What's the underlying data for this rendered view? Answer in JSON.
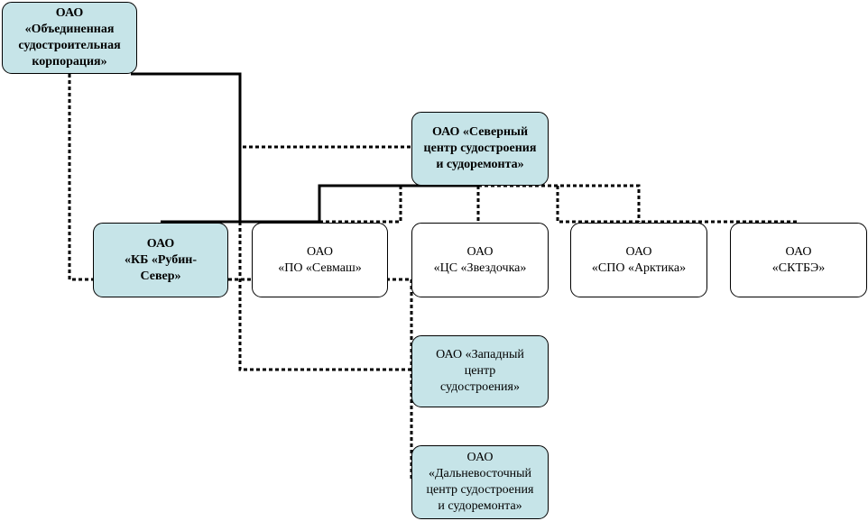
{
  "diagram": {
    "colors": {
      "filled": "#c6e4e8",
      "plain": "#ffffff",
      "line": "#000000"
    },
    "nodes": [
      {
        "id": "osk",
        "lines": [
          "ОАО",
          "«Объединенная",
          "судостроительная",
          "корпорация»"
        ],
        "bold": true,
        "filled": true
      },
      {
        "id": "sever_center",
        "lines": [
          "ОАО «Северный",
          "центр судостроения",
          "и судоремонта»"
        ],
        "bold": true,
        "filled": true
      },
      {
        "id": "rubin",
        "lines": [
          "ОАО",
          "«КБ «Рубин-",
          "Север»"
        ],
        "bold": true,
        "filled": true
      },
      {
        "id": "sevmash",
        "lines": [
          "ОАО",
          "«ПО «Севмаш»"
        ],
        "bold": false,
        "filled": false
      },
      {
        "id": "zvezdochka",
        "lines": [
          "ОАО",
          "«ЦС «Звездочка»"
        ],
        "bold": false,
        "filled": false
      },
      {
        "id": "arktika",
        "lines": [
          "ОАО",
          "«СПО «Арктика»"
        ],
        "bold": false,
        "filled": false
      },
      {
        "id": "sktbe",
        "lines": [
          "ОАО",
          "«СКТБЭ»"
        ],
        "bold": false,
        "filled": false
      },
      {
        "id": "western",
        "lines": [
          "ОАО «Западный",
          "центр",
          "судостроения»"
        ],
        "bold": false,
        "filled": true
      },
      {
        "id": "fareast",
        "lines": [
          "ОАО",
          "«Дальневосточный",
          "центр судостроения",
          "и судоремонта»"
        ],
        "bold": false,
        "filled": true
      }
    ]
  }
}
